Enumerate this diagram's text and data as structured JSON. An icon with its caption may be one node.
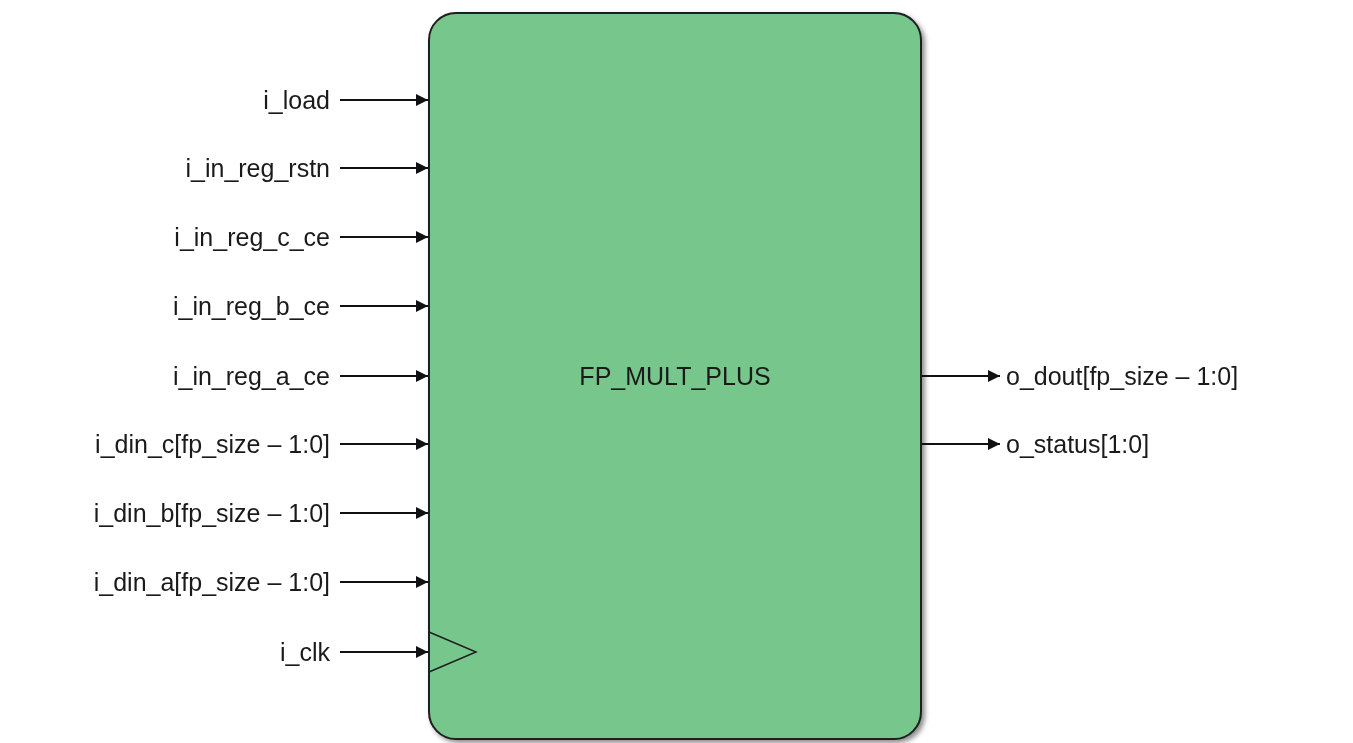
{
  "diagram": {
    "nodes": [
      {
        "text": [
          "FP_MULT_PLUS"
        ]
      },
      {
        "text": [
          "i_load"
        ]
      },
      {
        "text": [
          "i_in_reg_rstn"
        ]
      },
      {
        "text": [
          "i_in_reg_c_ce"
        ]
      },
      {
        "text": [
          "i_in_reg_b_ce"
        ]
      },
      {
        "text": [
          "i_in_reg_a_ce"
        ]
      },
      {
        "text": [
          "i_din_c[fp_size – 1:0]"
        ]
      },
      {
        "text": [
          "i_din_b[fp_size – 1:0]"
        ]
      },
      {
        "text": [
          "i_din_a[fp_size – 1:0]"
        ]
      },
      {
        "text": [
          "i_clk"
        ]
      },
      {
        "text": [
          "o_dout[fp_size – 1:0]"
        ]
      },
      {
        "text": [
          "o_status[1:0]"
        ]
      }
    ],
    "edges": [
      {
        "from": 1,
        "to": 0,
        "arrow": "to"
      },
      {
        "from": 2,
        "to": 0,
        "arrow": "to"
      },
      {
        "from": 3,
        "to": 0,
        "arrow": "to"
      },
      {
        "from": 4,
        "to": 0,
        "arrow": "to"
      },
      {
        "from": 5,
        "to": 0,
        "arrow": "to"
      },
      {
        "from": 6,
        "to": 0,
        "arrow": "to"
      },
      {
        "from": 7,
        "to": 0,
        "arrow": "to"
      },
      {
        "from": 8,
        "to": 0,
        "arrow": "to"
      },
      {
        "from": 9,
        "to": 0,
        "arrow": "to"
      },
      {
        "from": 0,
        "to": 10,
        "arrow": "to"
      },
      {
        "from": 0,
        "to": 11,
        "arrow": "to"
      }
    ]
  }
}
